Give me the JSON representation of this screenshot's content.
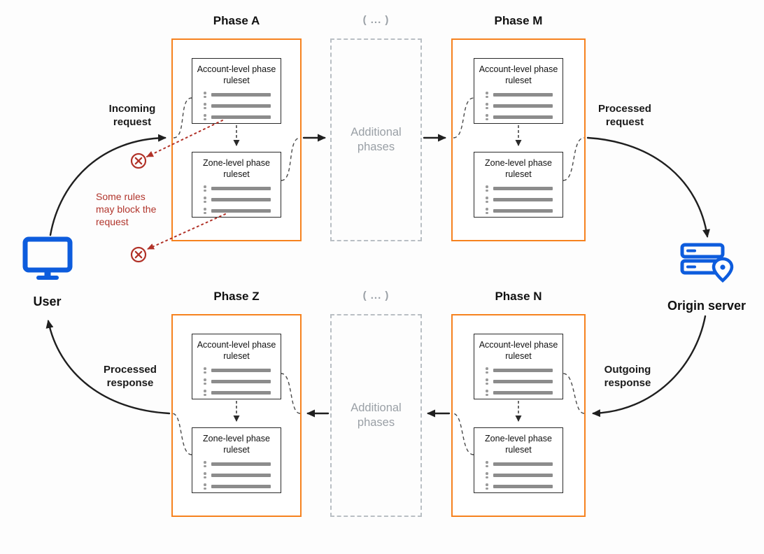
{
  "colors": {
    "phase_border_orange": "#f6821f",
    "endpoint_blue": "#0d5cdd",
    "block_red": "#b13228",
    "muted_gray": "#9aa0a6",
    "arrow_dark": "#1f1f1f"
  },
  "icons": {
    "user": "monitor-icon",
    "origin": "server-location-pin-icon",
    "block": "circled-x-icon"
  },
  "nodes": {
    "user": {
      "label": "User"
    },
    "origin": {
      "label": "Origin server"
    }
  },
  "phases": [
    {
      "key": "a",
      "title": "Phase A"
    },
    {
      "key": "m",
      "title": "Phase M"
    },
    {
      "key": "z",
      "title": "Phase Z"
    },
    {
      "key": "n",
      "title": "Phase N"
    }
  ],
  "ruleset": {
    "account": "Account-level phase ruleset",
    "zone": "Zone-level phase ruleset"
  },
  "additional": {
    "header": "( ... )",
    "label": "Additional phases"
  },
  "edges": {
    "incoming": "Incoming request",
    "processed_request": "Processed request",
    "outgoing": "Outgoing response",
    "processed_response": "Processed response"
  },
  "warning": "Some rules may block the request"
}
